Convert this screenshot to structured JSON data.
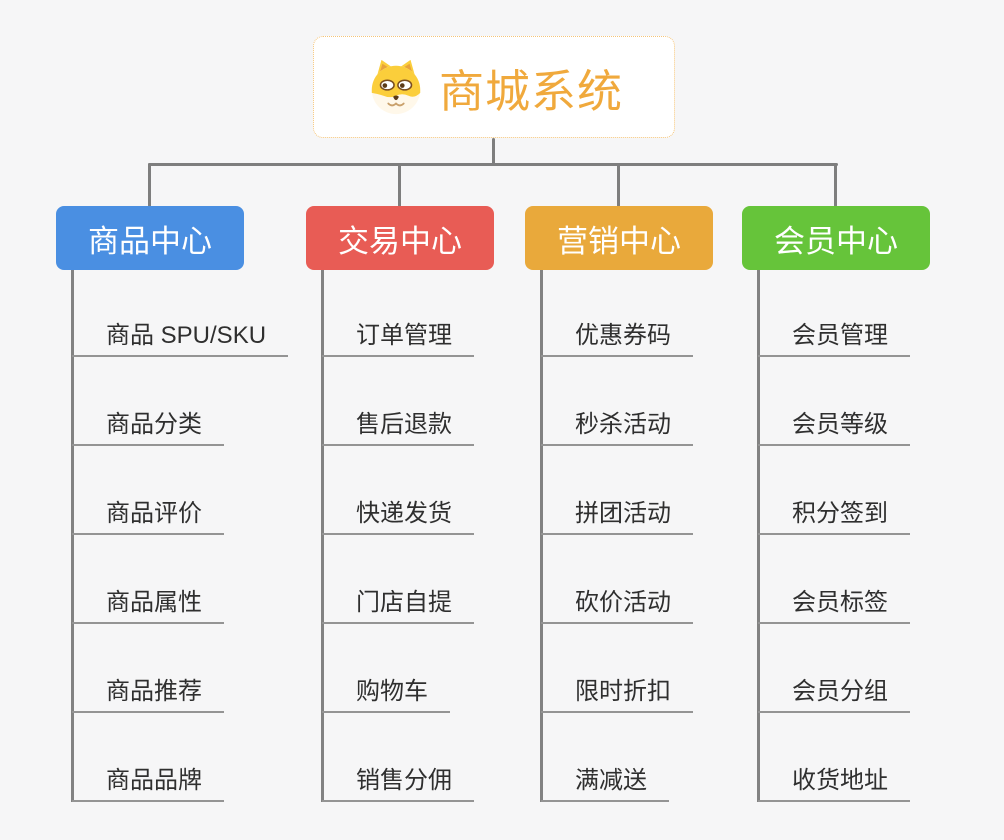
{
  "page": {
    "background_color": "#F6F6F7"
  },
  "root": {
    "title": "商城系统",
    "icon": "shiba-dog-icon",
    "title_color": "#F0A93C",
    "border_color": "#F5C57A"
  },
  "connector_color": "#7E7E7E",
  "branches": [
    {
      "label": "商品中心",
      "color": "#4A8FE2",
      "children": [
        "商品 SPU/SKU",
        "商品分类",
        "商品评价",
        "商品属性",
        "商品推荐",
        "商品品牌"
      ]
    },
    {
      "label": "交易中心",
      "color": "#E85C55",
      "children": [
        "订单管理",
        "售后退款",
        "快递发货",
        "门店自提",
        "购物车",
        "销售分佣"
      ]
    },
    {
      "label": "营销中心",
      "color": "#E9A93B",
      "children": [
        "优惠券码",
        "秒杀活动",
        "拼团活动",
        "砍价活动",
        "限时折扣",
        "满减送"
      ]
    },
    {
      "label": "会员中心",
      "color": "#66C43A",
      "children": [
        "会员管理",
        "会员等级",
        "积分签到",
        "会员标签",
        "会员分组",
        "收货地址"
      ]
    }
  ]
}
